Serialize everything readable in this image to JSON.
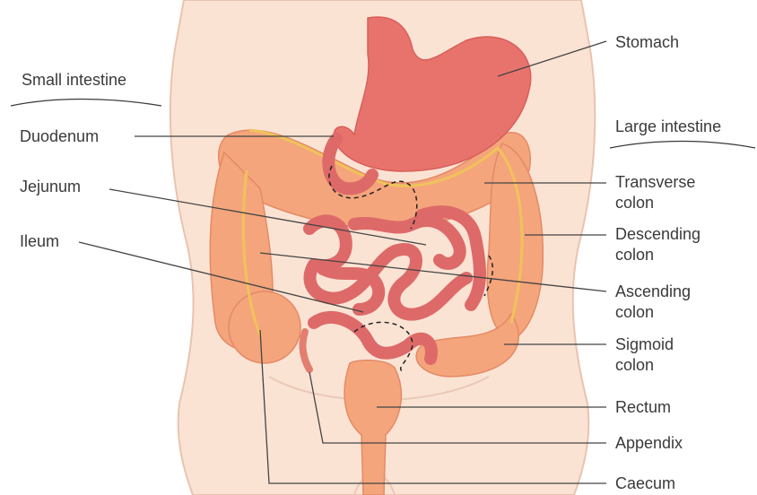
{
  "groups": {
    "small": "Small intestine",
    "large": "Large intestine"
  },
  "labels": {
    "duodenum": "Duodenum",
    "jejunum": "Jejunum",
    "ileum": "Ileum",
    "stomach": "Stomach",
    "transverse_1": "Transverse",
    "transverse_2": "colon",
    "descending_1": "Descending",
    "descending_2": "colon",
    "ascending_1": "Ascending",
    "ascending_2": "colon",
    "sigmoid_1": "Sigmoid",
    "sigmoid_2": "colon",
    "rectum": "Rectum",
    "appendix": "Appendix",
    "caecum": "Caecum"
  },
  "colors": {
    "skin": "#fbe3d4",
    "skin_outline": "#e9c3b0",
    "stomach": "#e8736d",
    "small_intestine": "#dd6a68",
    "colon": "#f4a57c",
    "colon_band": "#f0c35a",
    "leader": "#444444"
  }
}
